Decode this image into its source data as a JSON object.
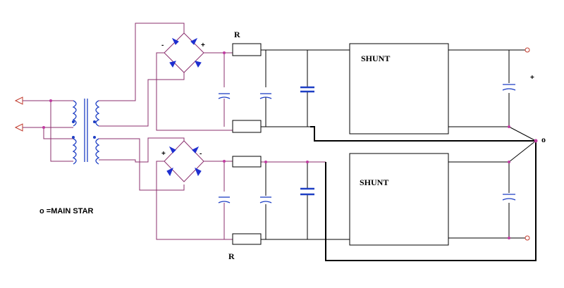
{
  "diagram": {
    "labels": {
      "resistor_top": "R",
      "resistor_bottom": "R",
      "shunt_top": "SHUNT",
      "shunt_bottom": "SHUNT",
      "plus_marker": "+",
      "star_node": "o",
      "legend": "o =MAIN STAR"
    },
    "colors": {
      "wire_purple": "#8b2f6e",
      "wire_black": "#000000",
      "winding_blue": "#1e3fc4",
      "diode_blue": "#1e2fd0",
      "capacitor_blue": "#1e3fc4",
      "terminal_red": "#c0392b",
      "node_dot": "#c03aa0"
    }
  }
}
